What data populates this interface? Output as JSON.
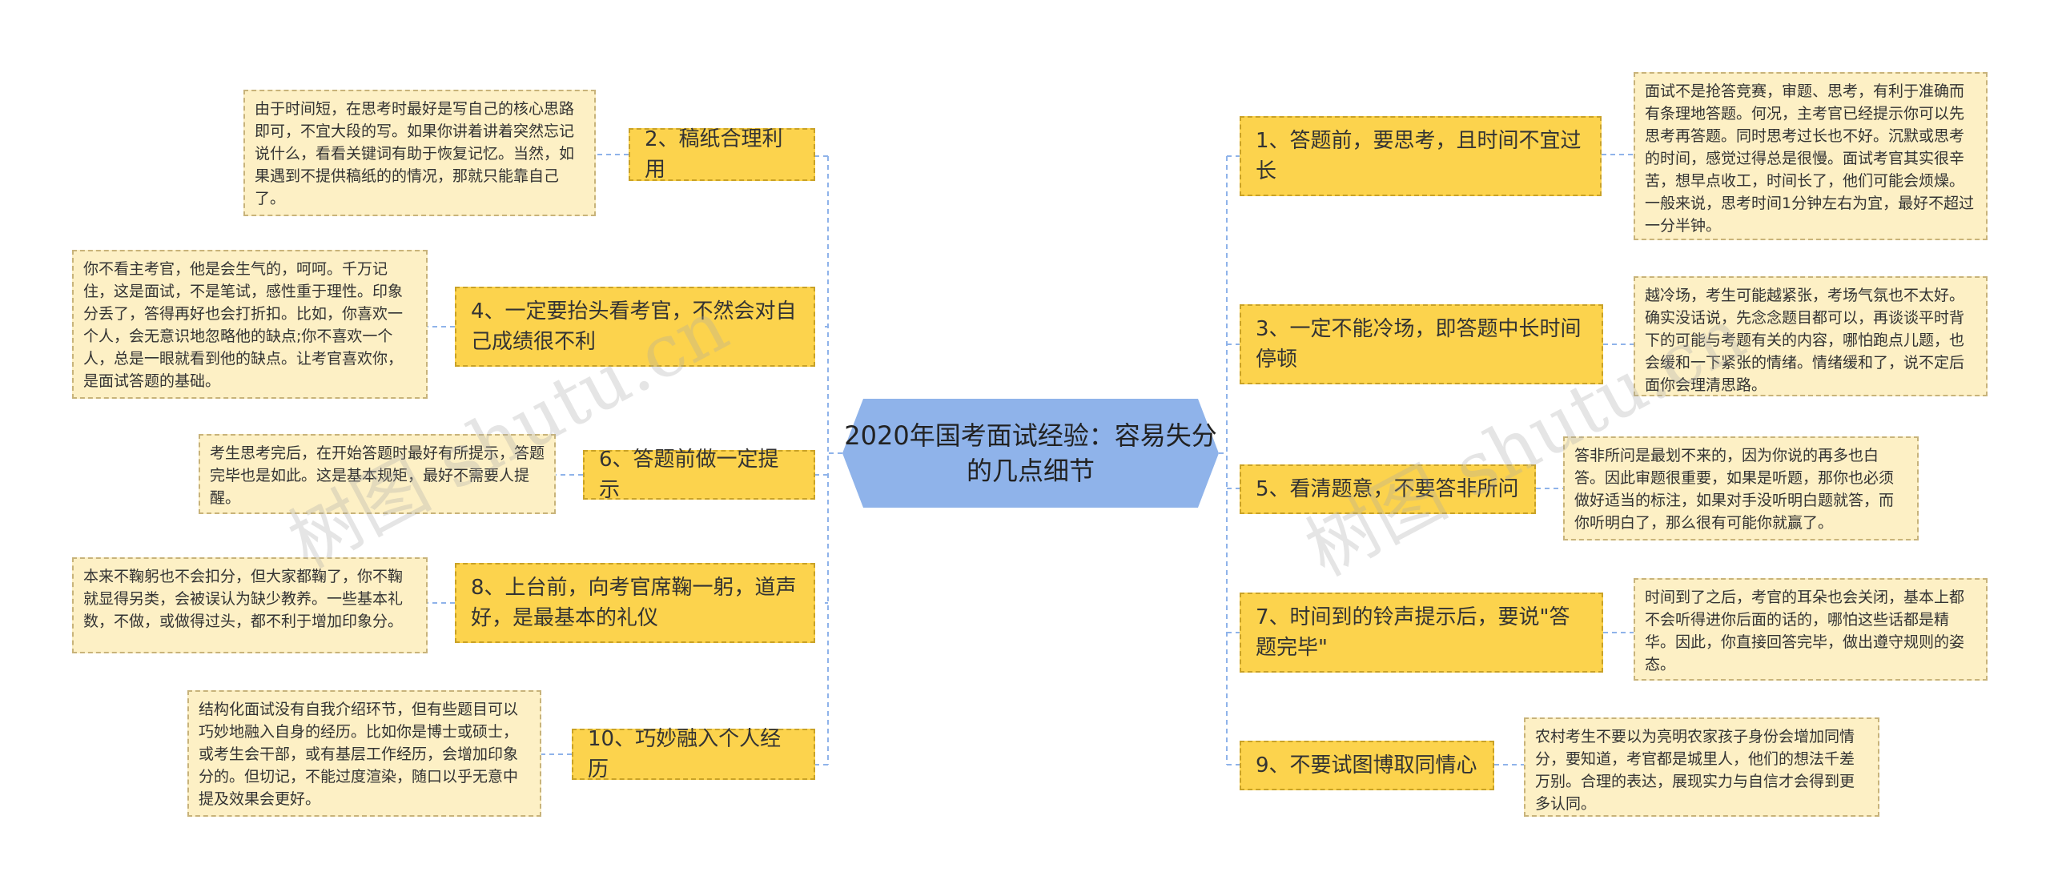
{
  "center": "2020年国考面试经验：容易失分的几点细节",
  "watermark": "树图 shutu.cn",
  "left": [
    {
      "label": "2、稿纸合理利用",
      "note": "由于时间短，在思考时最好是写自己的核心思路即可，不宜大段的写。如果你讲着讲着突然忘记说什么，看看关键词有助于恢复记忆。当然，如果遇到不提供稿纸的的情况，那就只能靠自己了。"
    },
    {
      "label": "4、一定要抬头看考官，不然会对自己成绩很不利",
      "note": "你不看主考官，他是会生气的，呵呵。千万记住，这是面试，不是笔试，感性重于理性。印象分丢了，答得再好也会打折扣。比如，你喜欢一个人，会无意识地忽略他的缺点;你不喜欢一个人，总是一眼就看到他的缺点。让考官喜欢你，是面试答题的基础。"
    },
    {
      "label": "6、答题前做一定提示",
      "note": "考生思考完后，在开始答题时最好有所提示，答题完毕也是如此。这是基本规矩，最好不需要人提醒。"
    },
    {
      "label": "8、上台前，向考官席鞠一躬，道声好，是最基本的礼仪",
      "note": "本来不鞠躬也不会扣分，但大家都鞠了，你不鞠就显得另类，会被误认为缺少教养。一些基本礼数，不做，或做得过头，都不利于增加印象分。"
    },
    {
      "label": "10、巧妙融入个人经历",
      "note": "结构化面试没有自我介绍环节，但有些题目可以巧妙地融入自身的经历。比如你是博士或硕士，或考生会干部，或有基层工作经历，会增加印象分的。但切记，不能过度渲染，随口以乎无意中提及效果会更好。"
    }
  ],
  "right": [
    {
      "label": "1、答题前，要思考，且时间不宜过长",
      "note": "面试不是抢答竞赛，审题、思考，有利于准确而有条理地答题。何况，主考官已经提示你可以先思考再答题。同时思考过长也不好。沉默或思考的时间，感觉过得总是很慢。面试考官其实很辛苦，想早点收工，时间长了，他们可能会烦燥。一般来说，思考时间1分钟左右为宜，最好不超过一分半钟。"
    },
    {
      "label": "3、一定不能冷场，即答题中长时间停顿",
      "note": "越冷场，考生可能越紧张，考场气氛也不太好。确实没话说，先念念题目都可以，再谈谈平时背下的可能与考题有关的内容，哪怕跑点儿题，也会缓和一下紧张的情绪。情绪缓和了，说不定后面你会理清思路。"
    },
    {
      "label": "5、看清题意，不要答非所问",
      "note": "答非所问是最划不来的，因为你说的再多也白答。因此审题很重要，如果是听题，那你也必须做好适当的标注，如果对手没听明白题就答，而你听明白了，那么很有可能你就赢了。"
    },
    {
      "label": "7、时间到的铃声提示后，要说\"答题完毕\"",
      "note": "时间到了之后，考官的耳朵也会关闭，基本上都不会听得进你后面的话的，哪怕这些话都是精华。因此，你直接回答完毕，做出遵守规则的姿态。"
    },
    {
      "label": "9、不要试图博取同情心",
      "note": "农村考生不要以为亮明农家孩子身份会增加同情分，要知道，考官都是城里人，他们的想法千差万别。合理的表达，展现实力与自信才会得到更多认同。"
    }
  ],
  "colors": {
    "center_fill": "#8fb3ea",
    "node_fill": "#fcd34d",
    "note_fill": "#fdf0c5",
    "line": "#8fb3ea"
  }
}
